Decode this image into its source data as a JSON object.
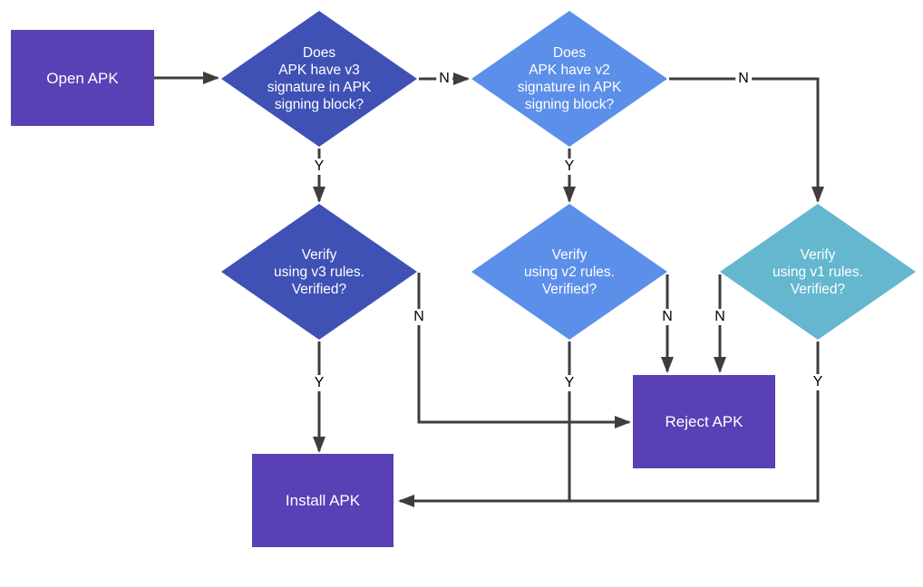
{
  "diagram": {
    "type": "flowchart",
    "topic": "APK signature verification",
    "colors": {
      "edge": "#3d3d3d",
      "node_text": "#ffffff",
      "label_text": "#000000",
      "background": "#ffffff",
      "purple": "#5940b5",
      "indigo": "#3f51b5",
      "blue": "#5c8fea",
      "teal": "#64b7cf"
    },
    "nodes": {
      "open_apk": {
        "label": "Open APK",
        "shape": "rect",
        "color": "#5940b5"
      },
      "has_v3": {
        "label": "Does\nAPK have v3\nsignature in APK\nsigning block?",
        "shape": "diamond",
        "color": "#3f51b5"
      },
      "has_v2": {
        "label": "Does\nAPK have v2\nsignature in APK\nsigning block?",
        "shape": "diamond",
        "color": "#5c8fea"
      },
      "verify_v3": {
        "label": "Verify\nusing v3 rules.\nVerified?",
        "shape": "diamond",
        "color": "#3f51b5"
      },
      "verify_v2": {
        "label": "Verify\nusing v2 rules.\nVerified?",
        "shape": "diamond",
        "color": "#5c8fea"
      },
      "verify_v1": {
        "label": "Verify\nusing v1 rules.\nVerified?",
        "shape": "diamond",
        "color": "#64b7cf"
      },
      "reject_apk": {
        "label": "Reject APK",
        "shape": "rect",
        "color": "#5940b5"
      },
      "install_apk": {
        "label": "Install APK",
        "shape": "rect",
        "color": "#5940b5"
      }
    },
    "edges": [
      {
        "from": "open_apk",
        "to": "has_v3",
        "label": ""
      },
      {
        "from": "has_v3",
        "to": "has_v2",
        "label": "N"
      },
      {
        "from": "has_v3",
        "to": "verify_v3",
        "label": "Y"
      },
      {
        "from": "has_v2",
        "to": "verify_v2",
        "label": "Y"
      },
      {
        "from": "has_v2",
        "to": "verify_v1",
        "label": "N"
      },
      {
        "from": "verify_v3",
        "to": "install_apk",
        "label": "Y"
      },
      {
        "from": "verify_v3",
        "to": "reject_apk",
        "label": "N"
      },
      {
        "from": "verify_v2",
        "to": "install_apk",
        "label": "Y"
      },
      {
        "from": "verify_v2",
        "to": "reject_apk",
        "label": "N"
      },
      {
        "from": "verify_v1",
        "to": "install_apk",
        "label": "Y"
      },
      {
        "from": "verify_v1",
        "to": "reject_apk",
        "label": "N"
      }
    ]
  }
}
